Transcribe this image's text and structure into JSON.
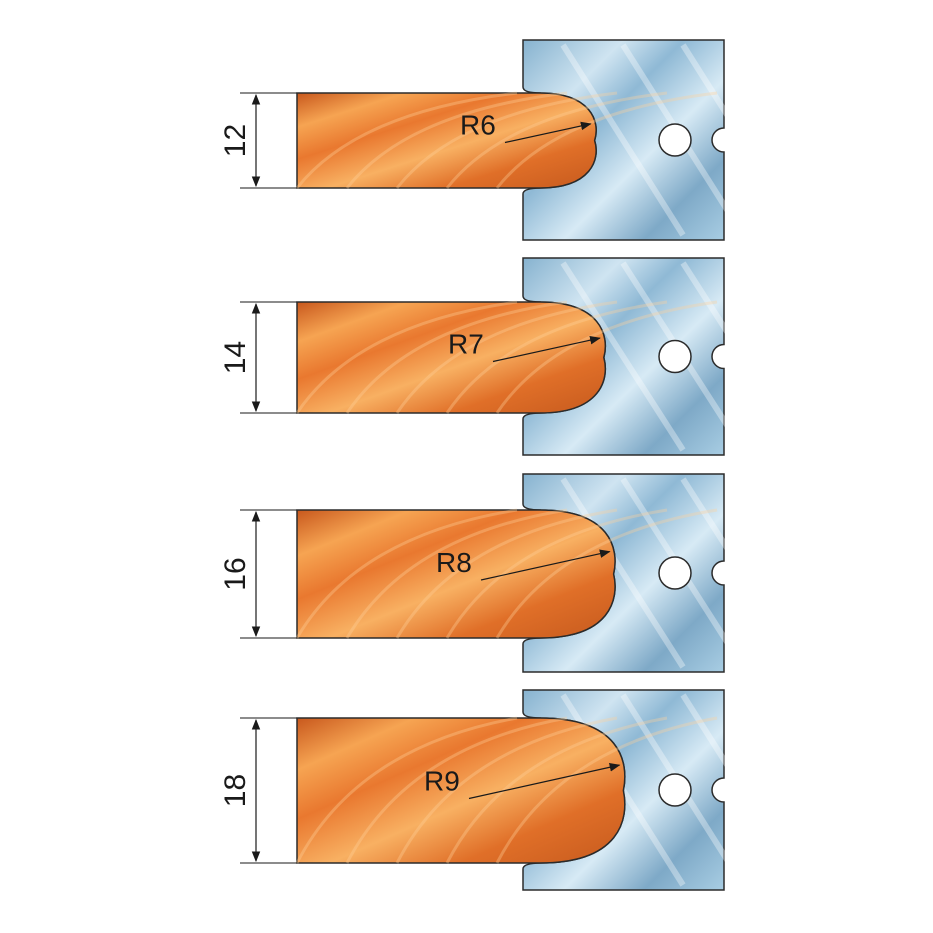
{
  "profiles": [
    {
      "height_label": "12",
      "radius_label": "R6"
    },
    {
      "height_label": "14",
      "radius_label": "R7"
    },
    {
      "height_label": "16",
      "radius_label": "R8"
    },
    {
      "height_label": "18",
      "radius_label": "R9"
    }
  ],
  "colors": {
    "wood_light": "#f6a452",
    "wood_mid": "#e9782f",
    "wood_dark": "#c8581d",
    "steel_light": "#cfe4f1",
    "steel_mid": "#9ec6de",
    "steel_dark": "#6d9ab8",
    "outline": "#2b2b2b"
  }
}
